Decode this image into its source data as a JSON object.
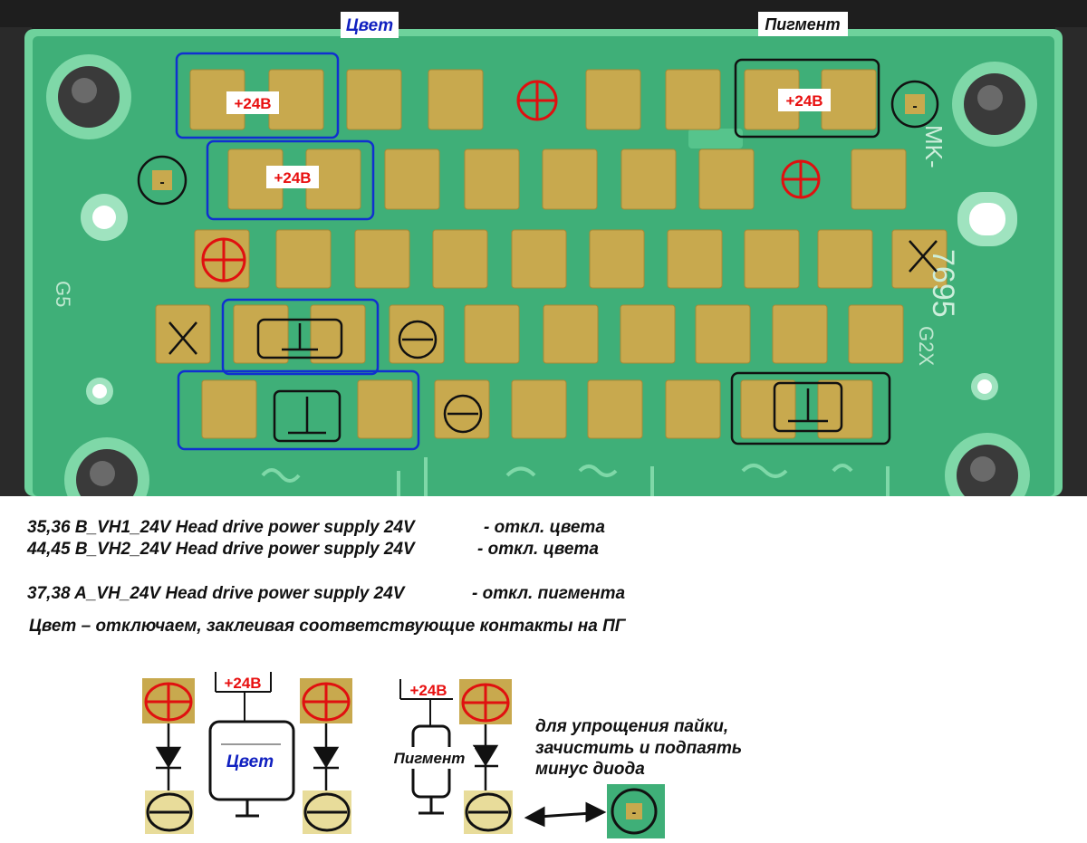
{
  "colors": {
    "board_green": "#3faf78",
    "board_border": "#6ed29c",
    "frame_dark": "#1e1e1e",
    "pad_gold": "#c8a94e",
    "color_box_blue": "#1030d0",
    "pigment_box_black": "#000000",
    "plus_red": "#e01010",
    "label_red": "#e81010",
    "label_blue": "#1020c0"
  },
  "pcb": {
    "label_color": "Цвет",
    "label_pigment": "Пигмент",
    "label_v1": "+24В",
    "label_v2": "+24В",
    "label_v3": "+24В",
    "minus_symbol_1": "-",
    "minus_symbol_2": "-",
    "silk_g5": "G5",
    "silk_g2x": "G2X",
    "silk_number": "7695",
    "silk_mk": "MK-"
  },
  "notes": {
    "line1_id": "35,36 B_VH1_24V Head drive power supply 24V",
    "line1_comment": "- откл. цвета",
    "line2_id": "44,45 B_VH2_24V Head drive power supply 24V",
    "line2_comment": "-  откл. цвета",
    "line3_id": "37,38 A_VH_24V Head drive power supply 24V",
    "line3_comment": "- откл. пигмента",
    "line4": "Цвет – отключаем, заклеивая соответствующие контакты на ПГ"
  },
  "schematic": {
    "v_color": "+24В",
    "v_pigment": "+24В",
    "block_color": "Цвет",
    "block_pigment": "Пигмент",
    "hint_line1": "для упрощения пайки,",
    "hint_line2": "зачистить и подпаять",
    "hint_line3": "минус диода",
    "minus_symbol": "-"
  }
}
